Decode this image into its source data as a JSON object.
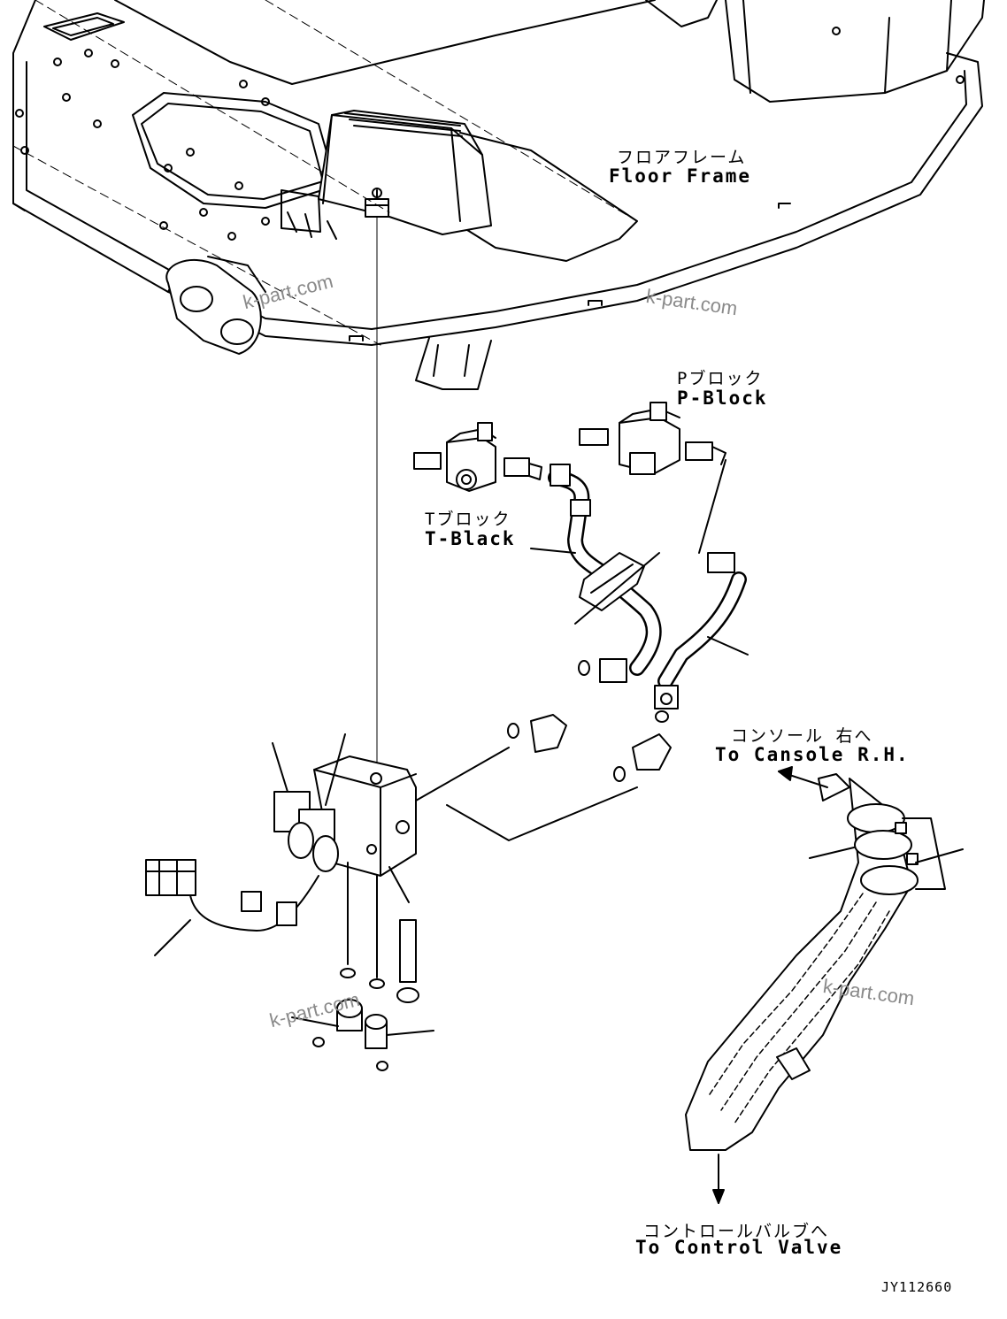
{
  "labels": {
    "floor_frame_jp": "フロアフレーム",
    "floor_frame_en": "Floor Frame",
    "p_block_jp": "Pブロック",
    "p_block_en": "P-Block",
    "t_block_jp": "Tブロック",
    "t_block_en": "T-Black",
    "console_jp": "コンソール 右へ",
    "console_en": "To Cansole R.H.",
    "control_valve_jp": "コントロールバルブへ",
    "control_valve_en": "To Control Valve"
  },
  "watermark": "k-part.com",
  "drawing_code": "JY112660",
  "colors": {
    "line": "#000000",
    "background": "#ffffff",
    "watermark": "#8a8a8a"
  }
}
